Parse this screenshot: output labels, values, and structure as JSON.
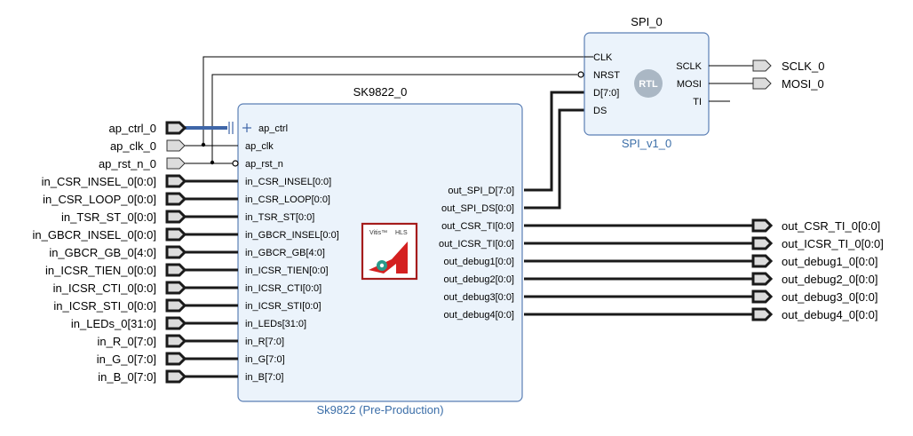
{
  "spi_block": {
    "title": "SPI_0",
    "subtitle": "SPI_v1_0",
    "logo_text": "RTL",
    "inputs": [
      "CLK",
      "NRST",
      "D[7:0]",
      "DS"
    ],
    "outputs": [
      "SCLK",
      "MOSI",
      "TI"
    ]
  },
  "sk_block": {
    "title": "SK9822_0",
    "subtitle": "Sk9822 (Pre-Production)",
    "logo_text": "HLS",
    "logo_brand": "Vitis™",
    "inputs": [
      "ap_ctrl",
      "ap_clk",
      "ap_rst_n",
      "in_CSR_INSEL[0:0]",
      "in_CSR_LOOP[0:0]",
      "in_TSR_ST[0:0]",
      "in_GBCR_INSEL[0:0]",
      "in_GBCR_GB[4:0]",
      "in_ICSR_TIEN[0:0]",
      "in_ICSR_CTI[0:0]",
      "in_ICSR_STI[0:0]",
      "in_LEDs[31:0]",
      "in_R[7:0]",
      "in_G[7:0]",
      "in_B[7:0]"
    ],
    "outputs": [
      "out_SPI_D[7:0]",
      "out_SPI_DS[0:0]",
      "out_CSR_TI[0:0]",
      "out_ICSR_TI[0:0]",
      "out_debug1[0:0]",
      "out_debug2[0:0]",
      "out_debug3[0:0]",
      "out_debug4[0:0]"
    ]
  },
  "external_inputs": [
    "ap_ctrl_0",
    "ap_clk_0",
    "ap_rst_n_0",
    "in_CSR_INSEL_0[0:0]",
    "in_CSR_LOOP_0[0:0]",
    "in_TSR_ST_0[0:0]",
    "in_GBCR_INSEL_0[0:0]",
    "in_GBCR_GB_0[4:0]",
    "in_ICSR_TIEN_0[0:0]",
    "in_ICSR_CTI_0[0:0]",
    "in_ICSR_STI_0[0:0]",
    "in_LEDs_0[31:0]",
    "in_R_0[7:0]",
    "in_G_0[7:0]",
    "in_B_0[7:0]"
  ],
  "external_outputs_spi": [
    "SCLK_0",
    "MOSI_0"
  ],
  "external_outputs_sk": [
    "out_CSR_TI_0[0:0]",
    "out_ICSR_TI_0[0:0]",
    "out_debug1_0[0:0]",
    "out_debug2_0[0:0]",
    "out_debug3_0[0:0]",
    "out_debug4_0[0:0]"
  ],
  "colors": {
    "block_fill": "#ebf3fb",
    "block_border": "#5b7fb5",
    "subtitle": "#3b6ea8",
    "interface_bus": "#3f66a8",
    "hls_logo": "#a51c1c"
  }
}
